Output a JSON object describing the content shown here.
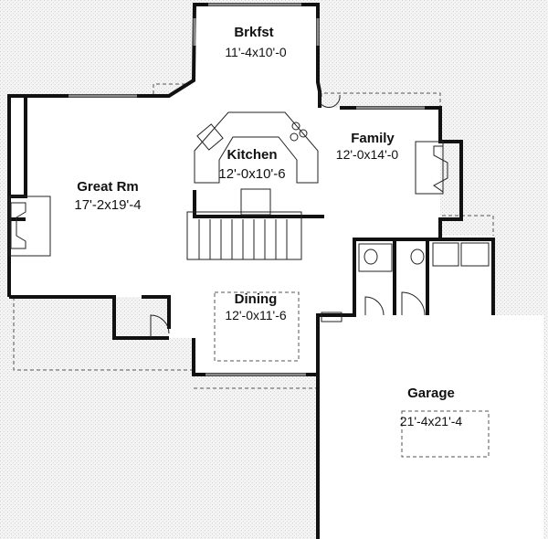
{
  "rooms": {
    "breakfast": {
      "name": "Brkfst",
      "size": "11'-4x10'-0"
    },
    "kitchen": {
      "name": "Kitchen",
      "size": "12'-0x10'-6"
    },
    "family": {
      "name": "Family",
      "size": "12'-0x14'-0"
    },
    "great_room": {
      "name": "Great Rm",
      "size": "17'-2x19'-4"
    },
    "dining": {
      "name": "Dining",
      "size": "12'-0x11'-6"
    },
    "garage": {
      "name": "Garage",
      "size": "21'-4x21'-4"
    }
  },
  "colors": {
    "background": "#f2f2f2",
    "wall": "#111111"
  }
}
